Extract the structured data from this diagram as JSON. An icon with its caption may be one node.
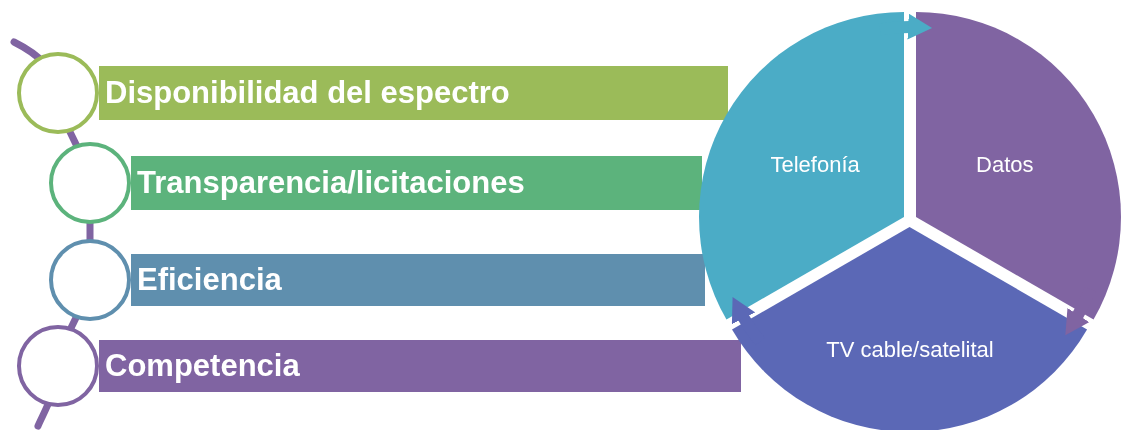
{
  "diagram": {
    "nodes": [
      {
        "text": [
          "Disponibilidad del espectro"
        ]
      },
      {
        "text": [
          "Transparencia/licitaciones"
        ]
      },
      {
        "text": [
          "Eficiencia"
        ]
      },
      {
        "text": [
          "Competencia"
        ]
      },
      {
        "text": [
          "Telefonía"
        ]
      },
      {
        "text": [
          "Datos"
        ]
      },
      {
        "text": [
          "TV cable/satelital"
        ]
      },
      {
        "text": [],
        "shape": "circle"
      },
      {
        "text": [],
        "shape": "circle"
      },
      {
        "text": [],
        "shape": "circle"
      },
      {
        "text": [],
        "shape": "circle"
      }
    ],
    "edges": [
      {
        "from": 4,
        "to": 5,
        "arrow": "to",
        "color": "#4bacc6"
      },
      {
        "from": 5,
        "to": 6,
        "arrow": "to",
        "color": "#8064a2"
      },
      {
        "from": 6,
        "to": 4,
        "arrow": "to",
        "color": "#5b68b6"
      }
    ]
  }
}
